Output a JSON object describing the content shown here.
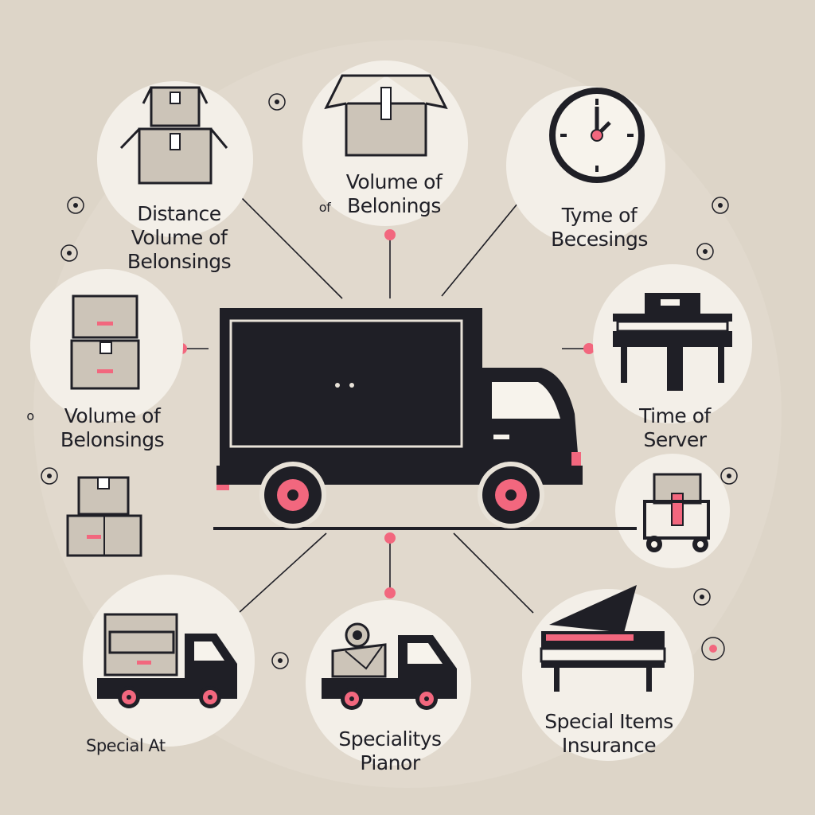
{
  "colors": {
    "background": "#ddd5c8",
    "ink": "#1f1f26",
    "accent": "#f2677e",
    "circle_fill": "#f3efe8",
    "box_fill": "#ccc4b8"
  },
  "center": {
    "icon": "moving-truck-icon"
  },
  "nodes": [
    {
      "id": "top-left",
      "icon": "stacked-boxes-icon",
      "lines": [
        "Distance",
        "Volume of",
        "Belonsings"
      ]
    },
    {
      "id": "top",
      "icon": "open-box-icon",
      "prefix": "of",
      "lines": [
        "Volume of",
        "Belonings"
      ]
    },
    {
      "id": "top-right",
      "icon": "clock-icon",
      "lines": [
        "Tyme of",
        "Becesings"
      ]
    },
    {
      "id": "left",
      "icon": "boxes-icon",
      "prefix": "o",
      "lines": [
        "Volume of",
        "Belonsings"
      ]
    },
    {
      "id": "right",
      "icon": "grand-piano-icon",
      "lines": [
        "Time of",
        "Server"
      ]
    },
    {
      "id": "mid-left",
      "icon": "boxes-icon"
    },
    {
      "id": "mid-right",
      "icon": "hand-truck-icon"
    },
    {
      "id": "bottom-left",
      "icon": "truck-with-box-icon",
      "lines": [
        "Special At"
      ]
    },
    {
      "id": "bottom",
      "icon": "truck-with-piano-icon",
      "lines": [
        "Specialitys",
        "Pianor"
      ]
    },
    {
      "id": "bottom-right",
      "icon": "grand-piano-icon",
      "lines": [
        "Special Items",
        "Insurance"
      ]
    }
  ]
}
